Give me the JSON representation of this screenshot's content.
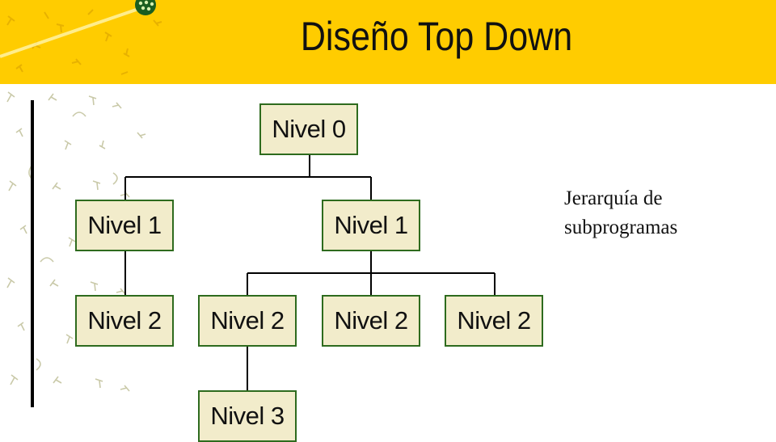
{
  "slide": {
    "title": "Diseño Top Down",
    "note_line1": "Jerarquía de",
    "note_line2": "subprogramas"
  },
  "colors": {
    "header": "#ffcc00",
    "node_fill": "#f2eccb",
    "node_border": "#2e6b1e",
    "texture": "#c9c9a8"
  },
  "tree": {
    "root": "Nivel 0",
    "level1_left": "Nivel 1",
    "level1_right": "Nivel 1",
    "level2_a": "Nivel 2",
    "level2_b": "Nivel 2",
    "level2_c": "Nivel 2",
    "level2_d": "Nivel 2",
    "level3": "Nivel 3"
  }
}
